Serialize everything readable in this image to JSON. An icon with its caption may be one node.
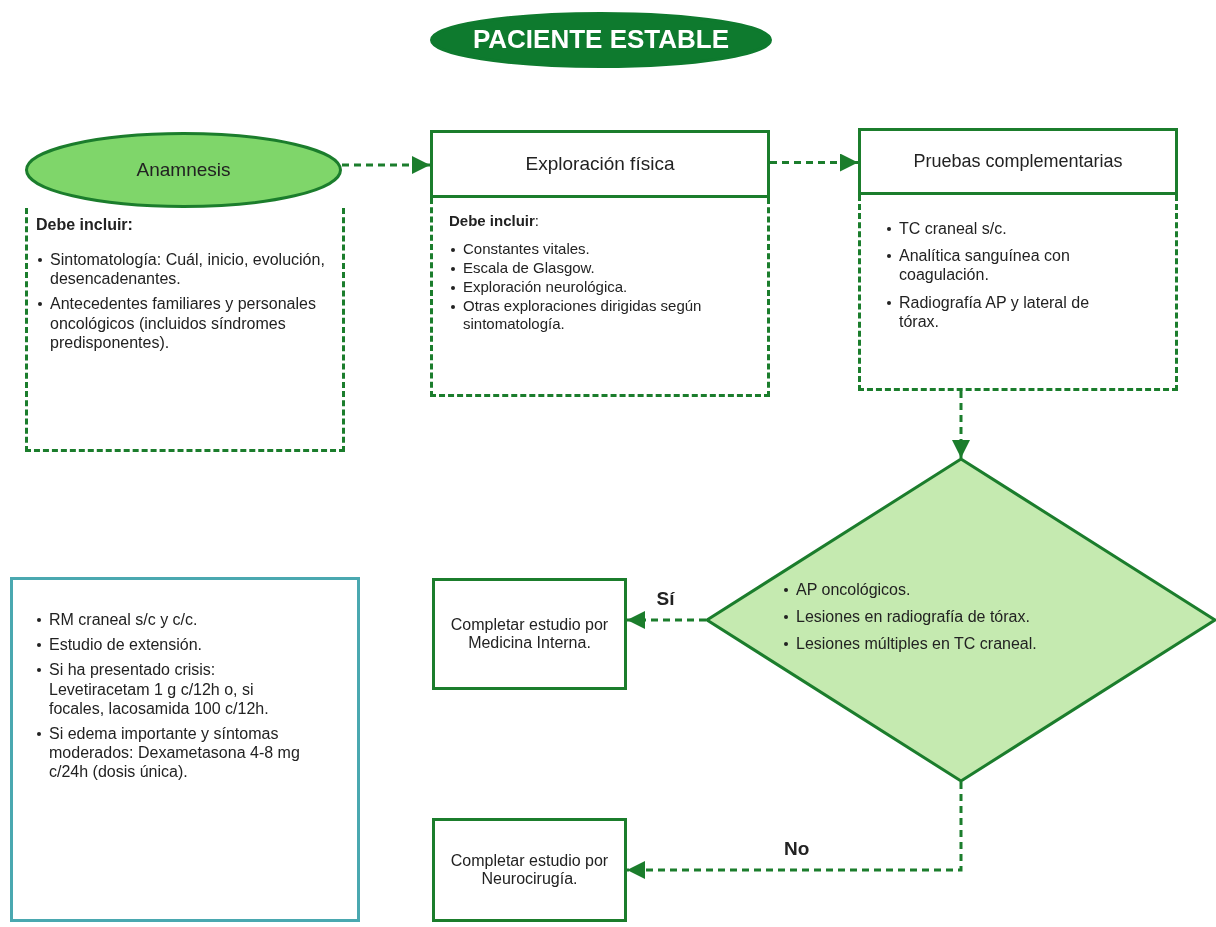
{
  "diagram": {
    "nodes": [
      {
        "text": [
          "PACIENTE ESTABLE"
        ]
      },
      {
        "text": [
          "Anamnesis"
        ]
      },
      {
        "text": [
          "Debe incluir:",
          "Sintomatología: Cuál, inicio, evolución, desencadenantes.",
          "Antecedentes familiares y personales oncológicos (incluidos síndromes predisponentes)."
        ]
      },
      {
        "text": [
          "Exploración física"
        ]
      },
      {
        "text": [
          "**Debe incluir**:",
          "Constantes vitales.",
          "Escala de Glasgow.",
          "Exploración neurológica.",
          "Otras exploraciones dirigidas según sintomatología."
        ]
      },
      {
        "text": [
          "Pruebas complementarias"
        ]
      },
      {
        "text": [
          "TC craneal s/c.",
          "Analítica sanguínea con coagulación.",
          "Radiografía AP y lateral de tórax."
        ]
      },
      {
        "text": [
          "AP oncológicos.",
          "Lesiones en radiografía de tórax.",
          "Lesiones múltiples en TC craneal."
        ]
      },
      {
        "text": [
          "Completar estudio por Medicina Interna."
        ]
      },
      {
        "text": [
          "Completar estudio por Neurocirugía."
        ]
      },
      {
        "text": [
          "RM craneal s/c y c/c.",
          "Estudio de extensión.",
          "Si ha presentado crisis: Levetiracetam 1 g c/12h o, si focales, lacosamida 100 c/12h.",
          "Si edema importante y síntomas moderados: Dexametasona 4-8 mg c/24h (dosis única)."
        ]
      }
    ],
    "edges": [
      {
        "from": 1,
        "to": 3,
        "arrow": "to"
      },
      {
        "from": 3,
        "to": 5,
        "arrow": "to"
      },
      {
        "from": 6,
        "to": 7,
        "arrow": "to"
      },
      {
        "from": 7,
        "to": 8,
        "arrow": "to",
        "label": "Sí"
      },
      {
        "from": 7,
        "to": 9,
        "arrow": "to",
        "label": "No"
      }
    ]
  }
}
